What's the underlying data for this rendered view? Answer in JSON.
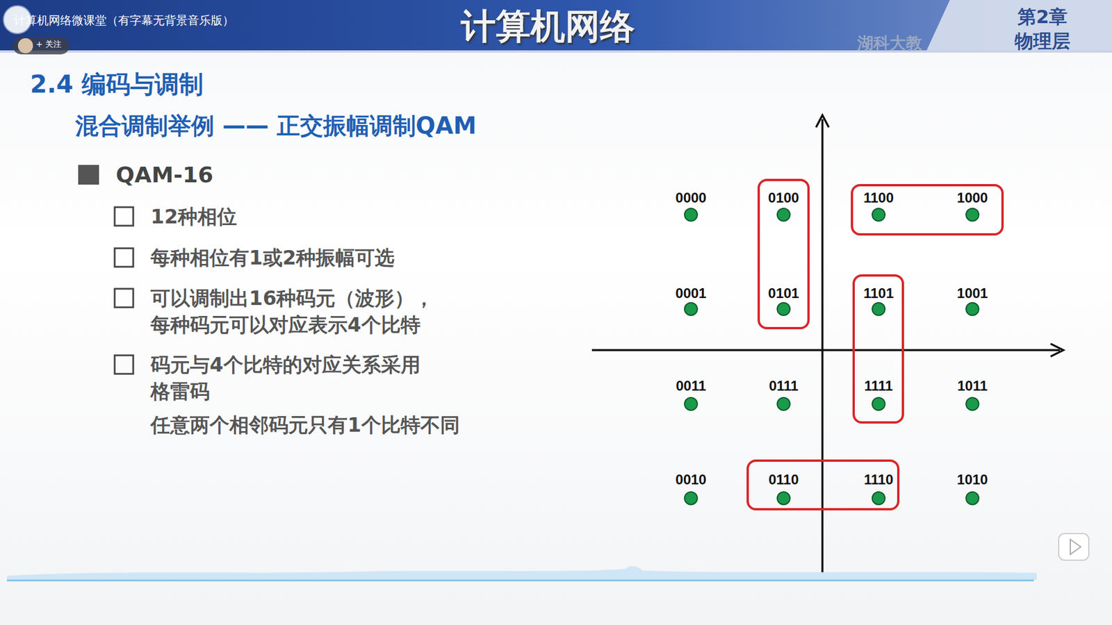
{
  "diagram": {
    "title": "2.4 编码与调制",
    "nodes": [
      {
        "text": [
          "0100",
          "0101"
        ]
      },
      {
        "text": [
          "1100",
          "1000"
        ]
      },
      {
        "text": [
          "1101",
          "1111"
        ]
      },
      {
        "text": [
          "0110",
          "1110"
        ]
      }
    ],
    "labels": [
      "计算机网络微课堂（有字幕无背景音乐版）",
      "+ 关注",
      "计算机网络",
      "湖科大教",
      "第2章",
      "物理层",
      "混合调制举例 —— 正交振幅调制QAM",
      "QAM-16",
      "12种相位",
      "每种相位有1或2种振幅可选",
      "可以调制出16种码元（波形）， 每种码元可以对应表示4个比特",
      "码元与4个比特的对应关系采用 格雷码",
      "任意两个相邻码元只有1个比特不同",
      "0000",
      "0001",
      "1001",
      "0011",
      "0111",
      "1011",
      "0010",
      "1010"
    ]
  }
}
